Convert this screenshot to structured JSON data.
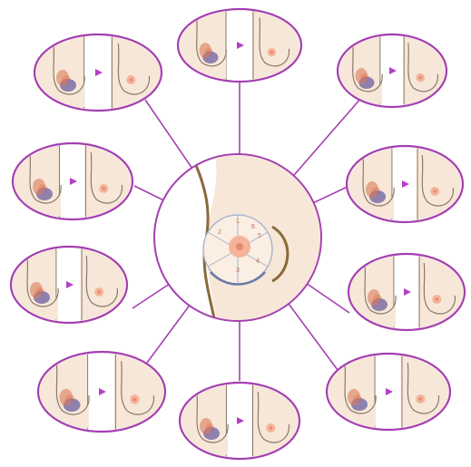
{
  "colors": {
    "frame": "#a43fb0",
    "skin": "#f7e7d8",
    "skin_shadow": "#efd6c1",
    "outline": "#8a7a6a",
    "nipple": "#e98870",
    "areola": "#f4b49a",
    "tumor": "#7c6fa6",
    "excision": "#d97b5a",
    "arrow": "#b23fc6",
    "center_outline": "#8a6a3a",
    "quadrant_line": "#a9b5cf"
  },
  "center": {
    "quadrant_labels": [
      "1",
      "2",
      "3",
      "4",
      "5",
      "6"
    ]
  },
  "panels": [
    {
      "id": "top",
      "defect": "lower-pole-triangle"
    },
    {
      "id": "upper-right",
      "defect": "lateral-round"
    },
    {
      "id": "right-upper",
      "defect": "lower-lateral"
    },
    {
      "id": "right-lower",
      "defect": "lower-vertical"
    },
    {
      "id": "bottom-right",
      "defect": "inferior-wedge"
    },
    {
      "id": "bottom",
      "defect": "inframammary"
    },
    {
      "id": "bottom-left",
      "defect": "inferior-large"
    },
    {
      "id": "left-lower",
      "defect": "upper-medial"
    },
    {
      "id": "left-upper",
      "defect": "lower-medial"
    },
    {
      "id": "upper-left",
      "defect": "periareolar"
    }
  ]
}
